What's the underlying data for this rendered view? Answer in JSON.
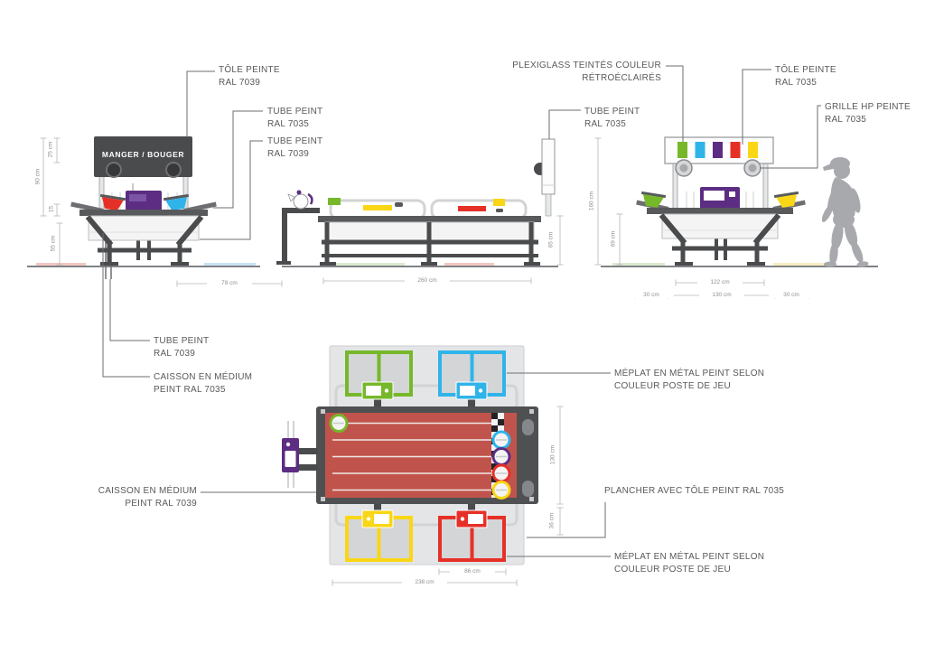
{
  "sign": {
    "text": "MANGER / BOUGER"
  },
  "colors": {
    "linework_grey": "#58595b",
    "light_grey": "#e6e7e8",
    "green": "#76b82a",
    "cyan": "#2fb4e9",
    "purple": "#5c2d83",
    "red": "#e63027",
    "yellow": "#f9d616",
    "track_red": "#c0544c",
    "silhouette_grey": "#a7a9ac"
  },
  "callouts": {
    "tole_7039": {
      "line1": "TÔLE PEINTE",
      "line2": "RAL 7039"
    },
    "tube_7035_left": {
      "line1": "TUBE PEINT",
      "line2": "RAL 7035"
    },
    "tube_7039_left": {
      "line1": "TUBE PEINT",
      "line2": "RAL 7039"
    },
    "tube_7035_mid": {
      "line1": "TUBE PEINT",
      "line2": "RAL 7035"
    },
    "plexiglass": {
      "line1": "PLEXIGLASS TEINTÉS COULEUR",
      "line2": "RÉTROÉCLAIRÉS"
    },
    "tole_7035": {
      "line1": "TÔLE PEINTE",
      "line2": "RAL 7035"
    },
    "grille_hp": {
      "line1": "GRILLE HP PEINTE",
      "line2": "RAL 7035"
    },
    "tube_7039_bottom": {
      "line1": "TUBE PEINT",
      "line2": "RAL 7039"
    },
    "caisson_7035": {
      "line1": "CAISSON EN MÉDIUM",
      "line2": "PEINT RAL 7035"
    },
    "caisson_7039": {
      "line1": "CAISSON EN MÉDIUM",
      "line2": "PEINT RAL 7039"
    },
    "meplat_top": {
      "line1": "MÉPLAT EN MÉTAL PEINT SELON",
      "line2": "COULEUR POSTE DE JEU"
    },
    "plancher": {
      "line1": "PLANCHER AVEC TÔLE PEINT RAL 7035"
    },
    "meplat_bottom": {
      "line1": "MÉPLAT EN MÉTAL PEINT SELON",
      "line2": "COULEUR POSTE DE JEU"
    }
  },
  "dimensions": {
    "front_left": {
      "sign_height": "25 cm",
      "total_top": "90 cm",
      "pot": "15",
      "base": "55 cm",
      "width": "78 cm"
    },
    "side": {
      "height": "65 cm",
      "length": "260 cm"
    },
    "front_right": {
      "total_height": "160 cm",
      "table_height": "69 cm",
      "inner_width": "122 cm",
      "left_margin": "30 cm",
      "width": "130 cm",
      "right_margin": "30 cm"
    },
    "plan": {
      "track_length": "130 cm",
      "station_depth": "36 cm",
      "station_width": "86 cm",
      "total_length": "238 cm"
    }
  }
}
